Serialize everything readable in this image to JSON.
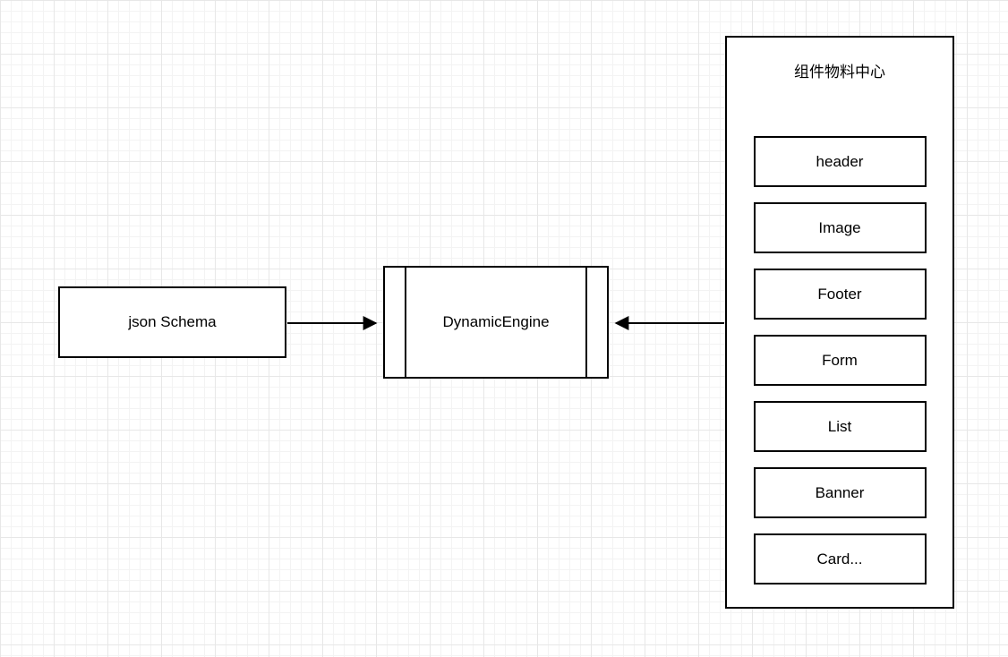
{
  "diagram": {
    "nodes": {
      "json_schema": {
        "label": "json Schema"
      },
      "dynamic_engine": {
        "label": "DynamicEngine"
      },
      "material_center": {
        "title": "组件物料中心",
        "items": [
          {
            "label": "header"
          },
          {
            "label": "Image"
          },
          {
            "label": "Footer"
          },
          {
            "label": "Form"
          },
          {
            "label": "List"
          },
          {
            "label": "Banner"
          },
          {
            "label": "Card..."
          }
        ]
      }
    },
    "connectors": [
      {
        "name": "json-schema-to-dynamic-engine",
        "direction": "right"
      },
      {
        "name": "material-center-to-dynamic-engine",
        "direction": "left"
      }
    ],
    "colors": {
      "stroke": "#000000",
      "fill": "#ffffff",
      "grid_minor": "#f3f3f3",
      "grid_major": "#e7e7e7",
      "background": "#ffffff"
    }
  }
}
